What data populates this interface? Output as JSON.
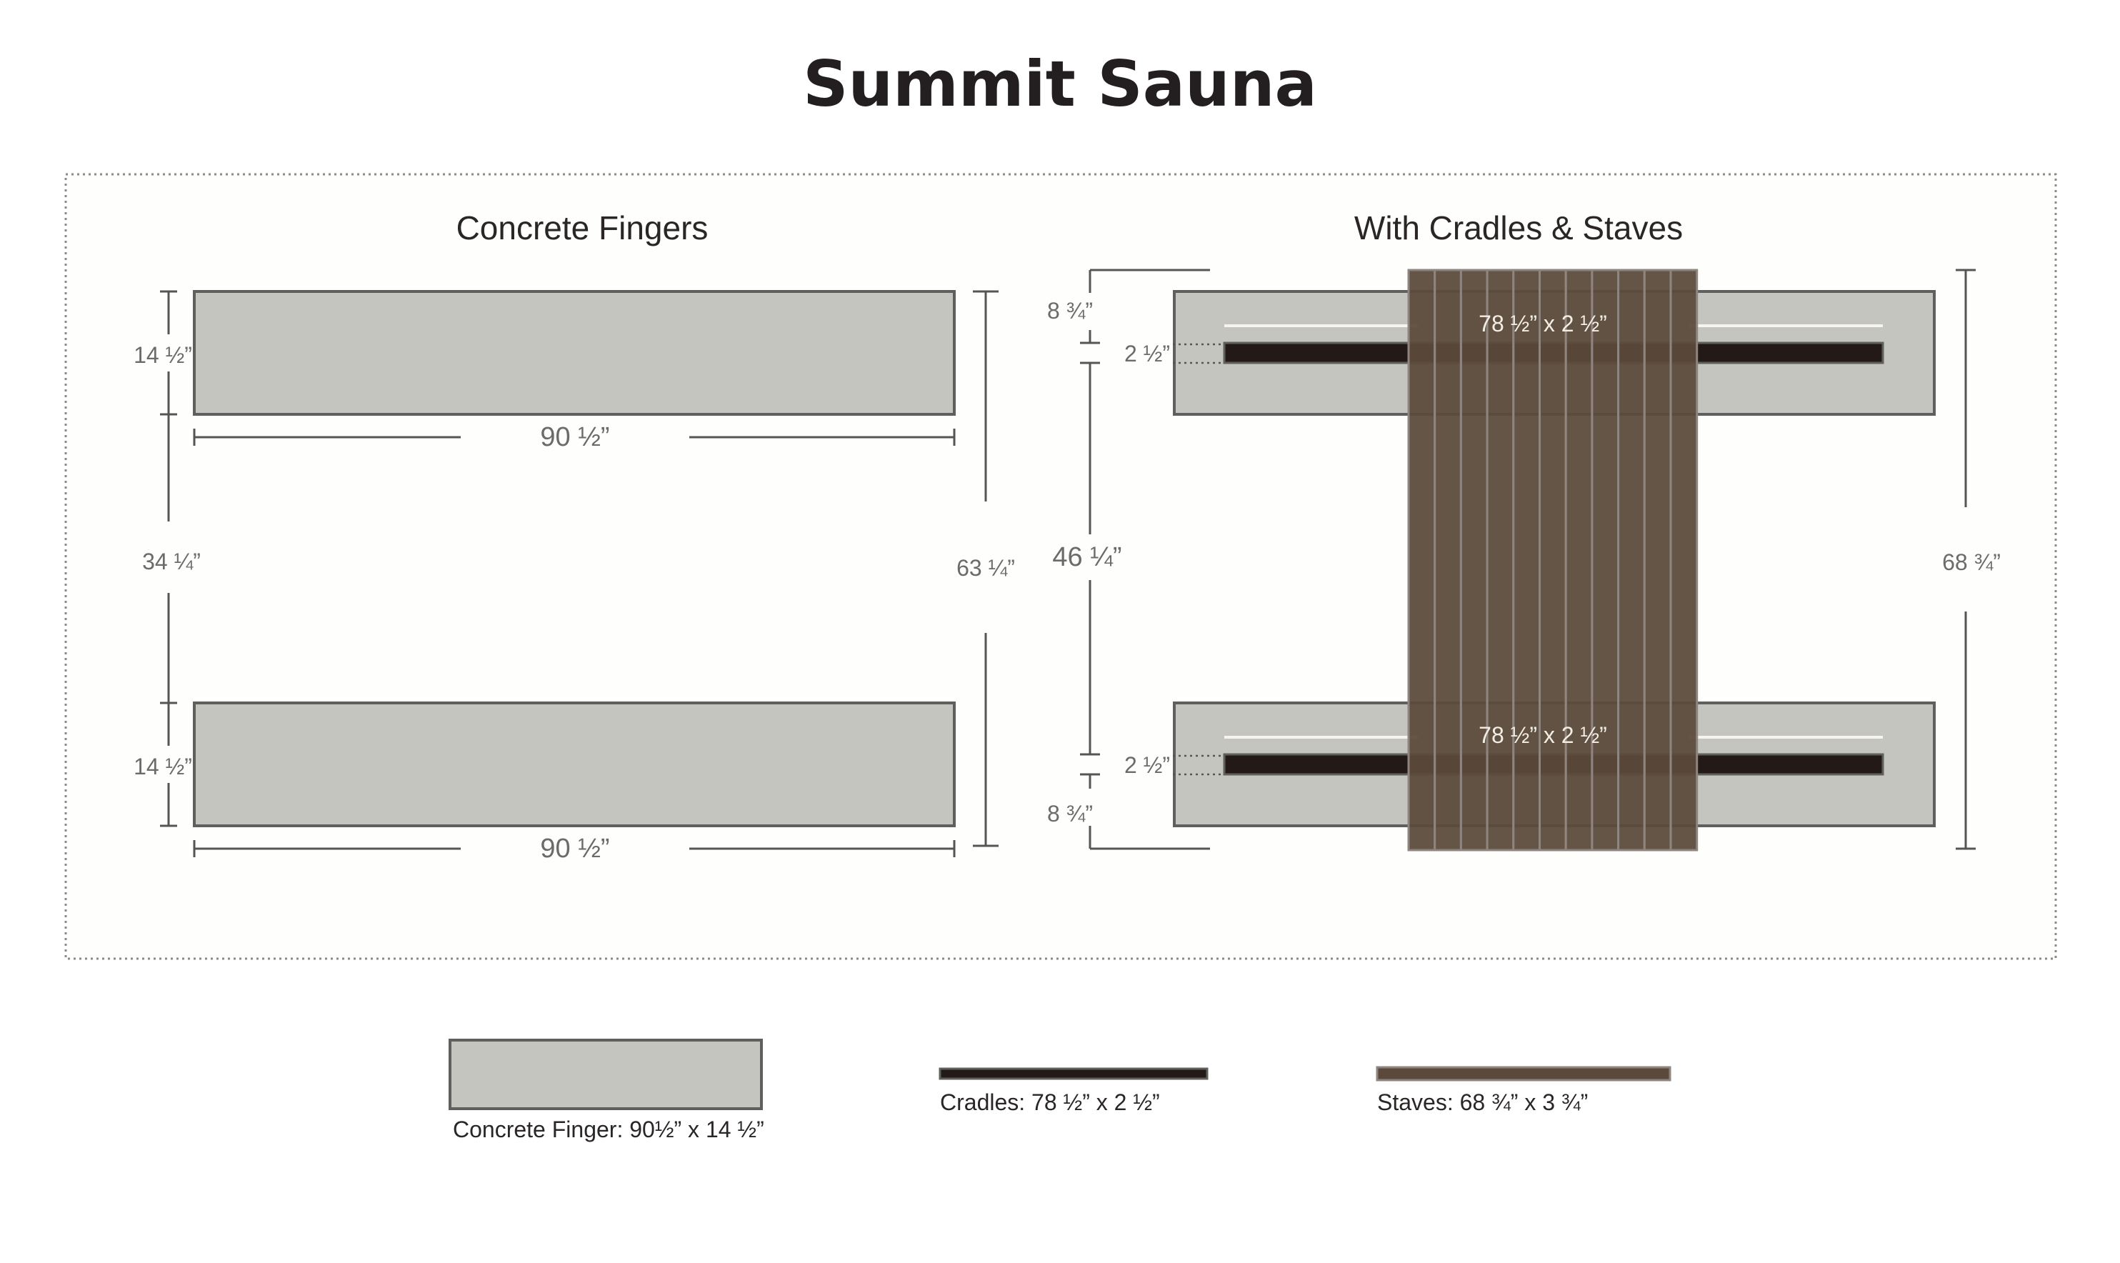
{
  "title": "Summit Sauna",
  "colors": {
    "concrete": "#c4c5bf",
    "concrete_stroke": "#5f605d",
    "cradle": "#231a17",
    "stave": "#5b4a3b",
    "stave_line": "#8f8580",
    "border": "#8a8a8a",
    "white_line": "#f7f3ee"
  },
  "left_panel": {
    "heading": "Concrete Fingers",
    "finger_height": "14 ½”",
    "finger_width": "90  ½”",
    "gap": "34 ¼”",
    "total_height": "63 ¼”"
  },
  "right_panel": {
    "heading": "With Cradles  & Staves",
    "edge_offset": "8 ¾”",
    "cradle_height": "2 ½”",
    "cradle_spacing": "46  ¼”",
    "stave_length": "68 ¾”",
    "cradle_label": "78 ½” x 2 ½”"
  },
  "legend": {
    "concrete": "Concrete Finger: 90½” x 14 ½”",
    "cradle": "Cradles: 78 ½” x 2 ½”",
    "stave": "Staves: 68 ¾” x 3 ¾”"
  }
}
